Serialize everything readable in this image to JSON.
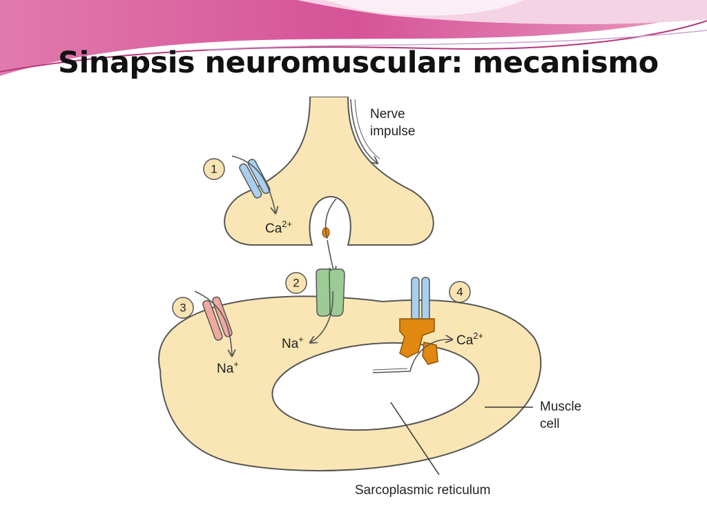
{
  "slide": {
    "title": "Sinapsis neuromuscular: mecanismo"
  },
  "diagram": {
    "labels": {
      "nerve_impulse_line1": "Nerve",
      "nerve_impulse_line2": "impulse",
      "ca_nerve": "Ca",
      "ca_nerve_charge": "2+",
      "na_left": "Na",
      "na_left_charge": "+",
      "na_center": "Na",
      "na_center_charge": "+",
      "ca_muscle": "Ca",
      "ca_muscle_charge": "2+",
      "muscle_cell_line1": "Muscle",
      "muscle_cell_line2": "cell",
      "sarcoplasmic_reticulum": "Sarcoplasmic reticulum"
    },
    "steps": [
      "1",
      "2",
      "3",
      "4"
    ],
    "colors": {
      "cell_fill": "#FAE6B4",
      "outline": "#555555",
      "calcium_channel": "#A9CFEF",
      "acetylcholine_receptor": "#9CCB96",
      "sodium_channel": "#EFA9A0",
      "ryanodine_receptor": "#E0880F",
      "step_badge": "#F8E3B2",
      "header_pink": "#DA4D96"
    }
  }
}
